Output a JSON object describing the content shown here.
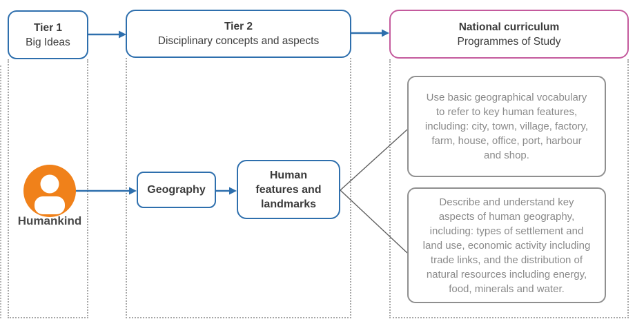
{
  "diagram": {
    "header": {
      "tier1": {
        "title": "Tier 1",
        "subtitle": "Big Ideas"
      },
      "tier2": {
        "title": "Tier 2",
        "subtitle": "Disciplinary concepts and aspects"
      },
      "national_curriculum": {
        "title": "National curriculum",
        "subtitle": "Programmes of Study"
      }
    },
    "flow": {
      "humankind_label": "Humankind",
      "avatar_icon": "person-icon",
      "discipline_label": "Geography",
      "concept_label": "Human\nfeatures and\nlandmarks"
    },
    "outcomes": [
      {
        "text": "Use basic geographical vocabulary\nto refer to key human features,\nincluding: city, town, village, factory,\nfarm, house, office, port, harbour\nand shop."
      },
      {
        "text": "Describe and understand key\naspects of human geography,\nincluding: types of settlement and\nland use, economic activity including\ntrade links, and the distribution of\nnatural resources including energy,\nfood, minerals and water."
      }
    ],
    "colors": {
      "blue_accent": "#2e6fad",
      "pink_accent": "#c45a9d",
      "orange_avatar": "#f0811a",
      "gray_border": "#8f8f8f",
      "gray_text": "#8a8a8a",
      "dark_text": "#3b3b3b",
      "connector_line": "#5f5f5f",
      "dotted_guide": "#a6a6a6"
    }
  }
}
